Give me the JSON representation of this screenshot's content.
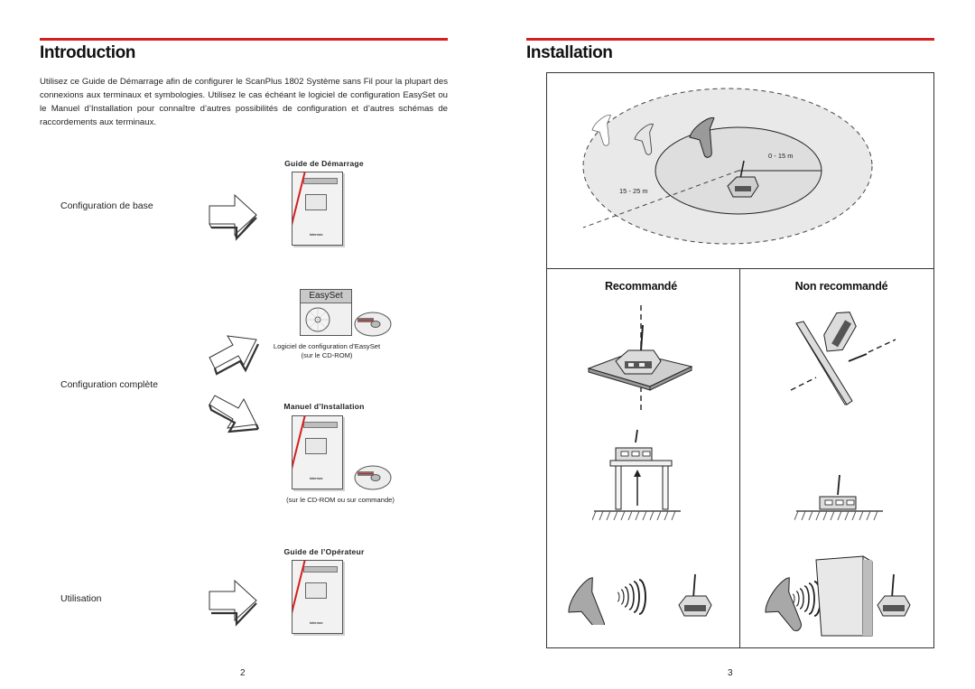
{
  "left_page": {
    "title": "Introduction",
    "body": "Utilisez ce Guide de Démarrage afin de configurer le ScanPlus 1802 Système sans Fil pour la plupart des connexions aux terminaux et symbologies. Utilisez le cas échéant le logiciel de configuration EasySet ou le Manuel d’Installation pour connaître d’autres possibilités de configuration et d’autres schémas de raccordements aux terminaux.",
    "rows": {
      "basic": {
        "label": "Configuration de base",
        "doc_title": "Guide de Démarrage"
      },
      "complete": {
        "label": "Configuration complète",
        "software_box_label": "EasySet",
        "software_caption_line1": "Logiciel de configuration d’EasySet",
        "software_caption_line2": "(sur le CD-ROM)",
        "doc_title": "Manuel d’Installation",
        "doc_caption": "(sur le CD-ROM ou sur commande)"
      },
      "usage": {
        "label": "Utilisation",
        "doc_title": "Guide de l’Opérateur"
      }
    },
    "page_number": "2"
  },
  "right_page": {
    "title": "Installation",
    "range_inner": "0 - 15 m",
    "range_outer": "15 - 25 m",
    "recommended_heading": "Recommandé",
    "not_recommended_heading": "Non recommandé",
    "page_number": "3"
  },
  "colors": {
    "accent_red": "#d81e1e",
    "range_fill": "#e6e6e6"
  },
  "icons": [
    "arrow-right-icon",
    "booklet-icon",
    "cd-rom-icon",
    "scanner-icon",
    "base-station-icon",
    "signal-waves-icon"
  ]
}
